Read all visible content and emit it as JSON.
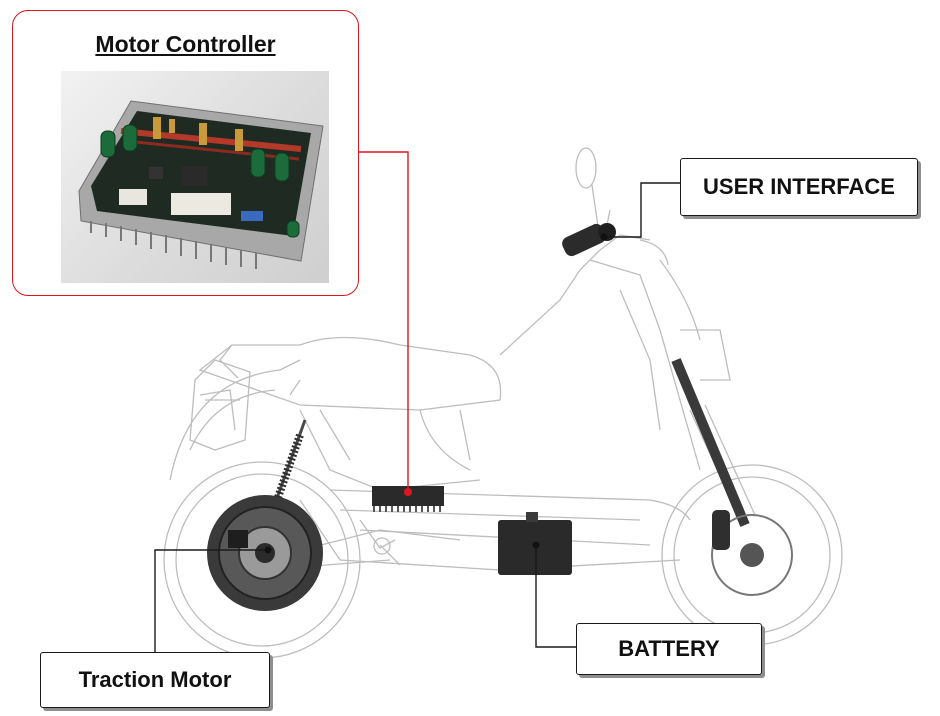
{
  "motor_controller": {
    "title": "Motor Controller"
  },
  "callouts": {
    "user_interface": "USER INTERFACE",
    "battery": "BATTERY",
    "traction_motor": "Traction Motor"
  },
  "colors": {
    "accent_red": "#e0141e",
    "line_dark": "#1a1a1a",
    "sketch_gray": "#b8b8b8"
  }
}
